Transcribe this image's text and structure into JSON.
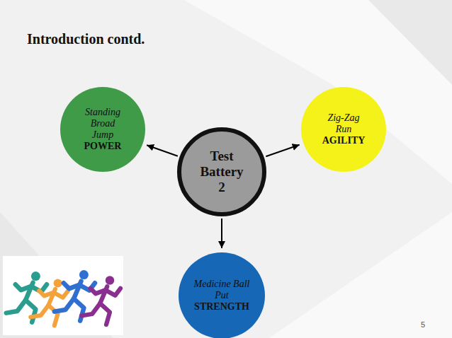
{
  "diagram": {
    "title": "Introduction contd.",
    "nodes": [
      {
        "text": [
          "Test Battery 2"
        ]
      },
      {
        "text": [
          "Standing Broad Jump",
          "POWER"
        ]
      },
      {
        "text": [
          "Zig-Zag Run",
          "AGILITY"
        ]
      },
      {
        "text": [
          "Medicine Ball Put",
          "STRENGTH"
        ]
      }
    ],
    "edges": [
      {
        "from": 0,
        "to": 1,
        "arrow": "to"
      },
      {
        "from": 0,
        "to": 2,
        "arrow": "to"
      },
      {
        "from": 0,
        "to": 3,
        "arrow": "to"
      }
    ],
    "labels": [
      "5"
    ]
  }
}
